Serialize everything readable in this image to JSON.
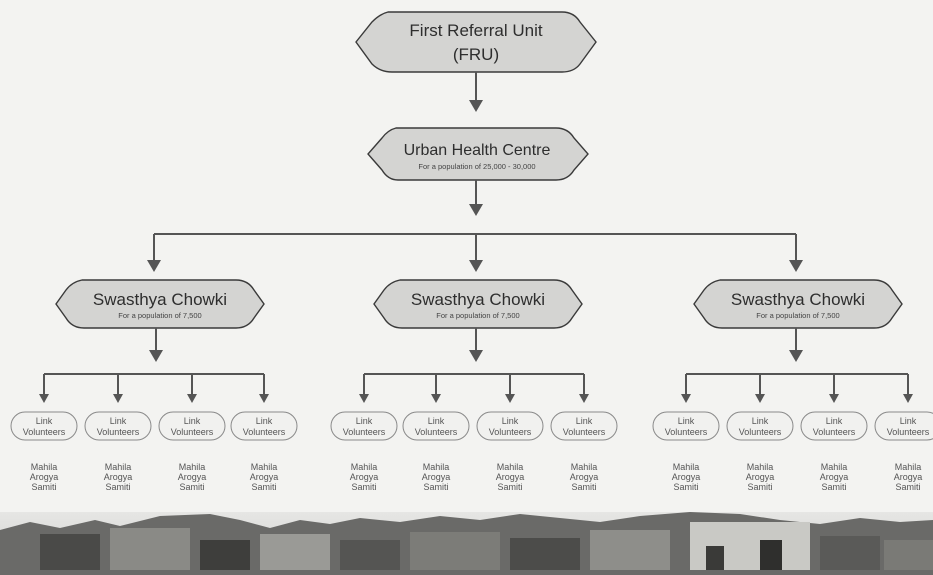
{
  "fru": {
    "line1": "First Referral Unit",
    "line2": "(FRU)"
  },
  "uhc": {
    "title": "Urban Health Centre",
    "subtitle": "For a population of 25,000 - 30,000"
  },
  "chowkis": [
    {
      "title": "Swasthya Chowki",
      "subtitle": "For a population of 7,500",
      "links": [
        {
          "l1": "Link",
          "l2": "Volunteers"
        },
        {
          "l1": "Link",
          "l2": "Volunteers"
        },
        {
          "l1": "Link",
          "l2": "Volunteers"
        },
        {
          "l1": "Link",
          "l2": "Volunteers"
        }
      ],
      "samitis": [
        [
          "Mahila",
          "Arogya",
          "Samiti"
        ],
        [
          "Mahila",
          "Arogya",
          "Samiti"
        ],
        [
          "Mahila",
          "Arogya",
          "Samiti"
        ],
        [
          "Mahila",
          "Arogya",
          "Samiti"
        ]
      ]
    },
    {
      "title": "Swasthya Chowki",
      "subtitle": "For a population of 7,500",
      "links": [
        {
          "l1": "Link",
          "l2": "Volunteers"
        },
        {
          "l1": "Link",
          "l2": "Volunteers"
        },
        {
          "l1": "Link",
          "l2": "Volunteers"
        },
        {
          "l1": "Link",
          "l2": "Volunteers"
        }
      ],
      "samitis": [
        [
          "Mahila",
          "Arogya",
          "Samiti"
        ],
        [
          "Mahila",
          "Arogya",
          "Samiti"
        ],
        [
          "Mahila",
          "Arogya",
          "Samiti"
        ],
        [
          "Mahila",
          "Arogya",
          "Samiti"
        ]
      ]
    },
    {
      "title": "Swasthya Chowki",
      "subtitle": "For a population of 7,500",
      "links": [
        {
          "l1": "Link",
          "l2": "Volunteers"
        },
        {
          "l1": "Link",
          "l2": "Volunteers"
        },
        {
          "l1": "Link",
          "l2": "Volunteers"
        },
        {
          "l1": "Link",
          "l2": "Volunteers"
        }
      ],
      "samitis": [
        [
          "Mahila",
          "Arogya",
          "Samiti"
        ],
        [
          "Mahila",
          "Arogya",
          "Samiti"
        ],
        [
          "Mahila",
          "Arogya",
          "Samiti"
        ],
        [
          "Mahila",
          "Arogya",
          "Samiti"
        ]
      ]
    }
  ]
}
